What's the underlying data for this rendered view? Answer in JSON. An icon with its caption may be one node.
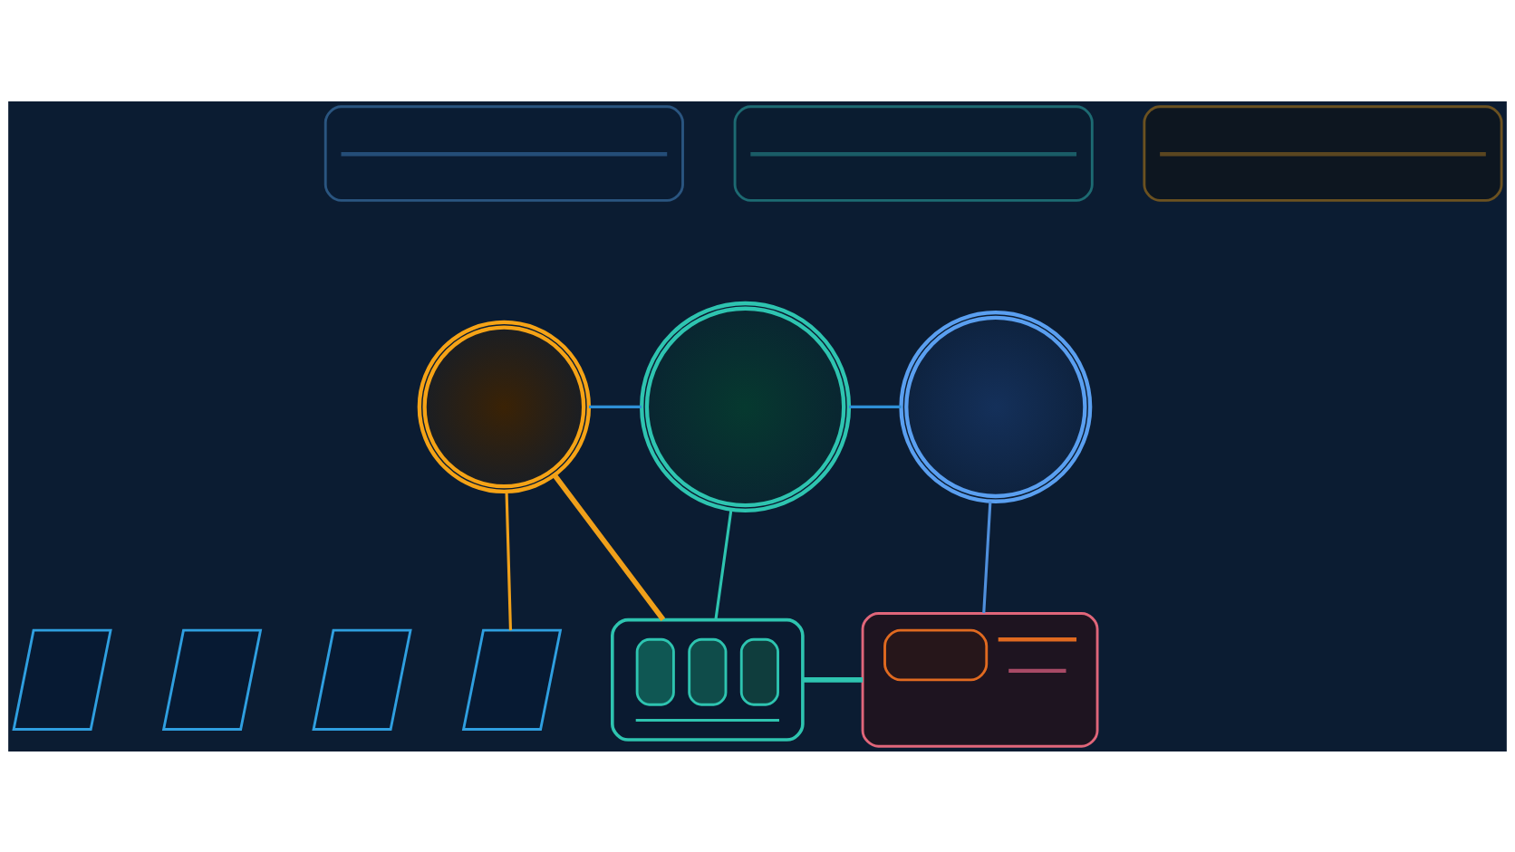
{
  "diagram": {
    "nodes": [
      {
        "text": [],
        "shape": "box"
      },
      {
        "text": [],
        "shape": "box"
      },
      {
        "text": [],
        "shape": "box"
      },
      {
        "text": [],
        "shape": "circle"
      },
      {
        "text": [],
        "shape": "circle"
      },
      {
        "text": [],
        "shape": "circle"
      },
      {
        "text": [],
        "shape": "picture"
      },
      {
        "text": [],
        "shape": "picture"
      },
      {
        "text": [],
        "shape": "picture"
      },
      {
        "text": [],
        "shape": "picture"
      },
      {
        "text": [],
        "shape": "box"
      },
      {
        "text": [],
        "shape": "picture"
      }
    ],
    "edges": [
      {
        "from": 3,
        "to": 9,
        "arrow": "none",
        "color": "#f0a01a"
      },
      {
        "from": 3,
        "to": 10,
        "arrow": "none",
        "style": "thick",
        "color": "#f0a01a"
      },
      {
        "from": 4,
        "to": 10,
        "arrow": "none",
        "color": "#2ec4b0"
      },
      {
        "from": 10,
        "to": 11,
        "arrow": "none",
        "style": "thick",
        "color": "#2ec4b0"
      },
      {
        "from": 5,
        "to": 11,
        "arrow": "none",
        "color": "#4f8fdc"
      },
      {
        "from": 3,
        "to": 4,
        "arrow": "none",
        "color": "#2f8fd6"
      },
      {
        "from": 4,
        "to": 5,
        "arrow": "none",
        "color": "#2f8fd6"
      }
    ]
  }
}
